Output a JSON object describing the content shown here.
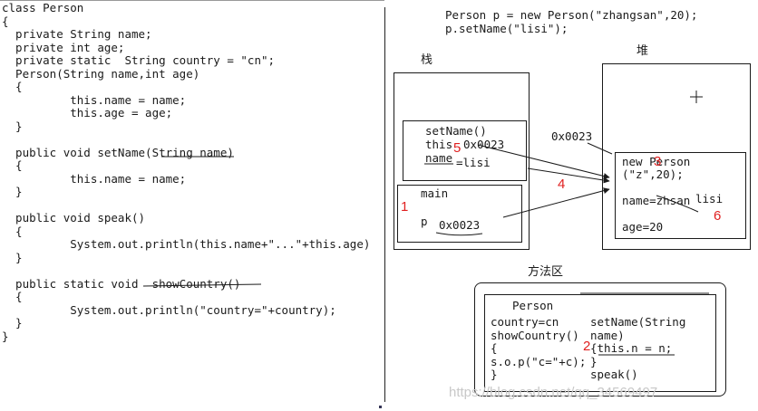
{
  "code": {
    "lines": [
      "class Person",
      "{",
      "  private String name;",
      "  private int age;",
      "  private static  String country = \"cn\";",
      "  Person(String name,int age)",
      "  {",
      "          this.name = name;",
      "          this.age = age;",
      "  }",
      "",
      "  public void setName(String name)",
      "  {",
      "          this.name = name;",
      "  }",
      "",
      "  public void speak()",
      "  {",
      "          System.out.println(this.name+\"...\"+this.age)",
      "  }",
      "",
      "  public static void  showCountry()",
      "  {",
      "          System.out.println(\"country=\"+country);",
      "  }",
      "}"
    ]
  },
  "top_code": {
    "line1": "Person p = new Person(\"zhangsan\",20);",
    "line2": "p.setName(\"lisi\");"
  },
  "stack": {
    "label": "栈",
    "setname_frame": {
      "title": "setName()",
      "this_label": "this",
      "this_value": "0x0023",
      "name_label": "name",
      "name_value": "=lisi"
    },
    "main_frame": {
      "title": "main",
      "p_label": "p",
      "p_value": "0x0023"
    }
  },
  "heap": {
    "label": "堆",
    "address": "0x0023",
    "object_line1": "new Person",
    "object_line2": "(\"z\",20);",
    "name_field": "name=zhsan",
    "name_new": "lisi",
    "age_field": "age=20"
  },
  "method_area": {
    "label": "方法区",
    "class_name": "Person",
    "left_col": [
      "country=cn",
      "showCountry()",
      "{",
      "s.o.p(\"c=\"+c);",
      "}"
    ],
    "right_col": [
      "setName(String",
      "name)",
      "{this.n = n;",
      "}",
      "speak()"
    ]
  },
  "steps": {
    "s1": "1",
    "s2": "2",
    "s3": "3",
    "s4": "4",
    "s5": "5",
    "s6": "6"
  },
  "watermark": "https://blog.csdn.net/qq_34569497"
}
